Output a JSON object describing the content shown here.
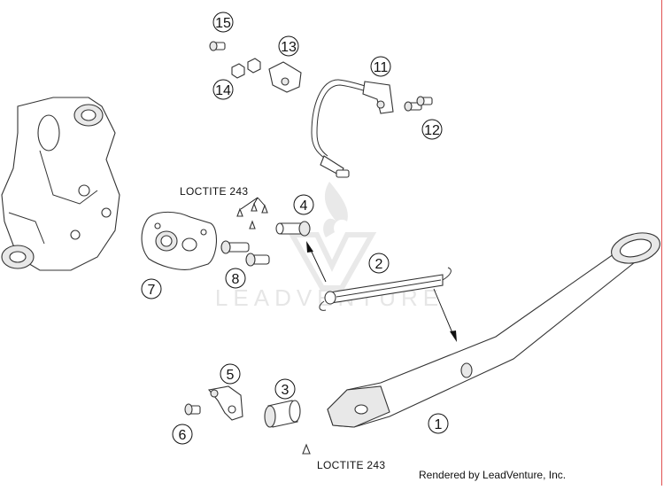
{
  "callouts": [
    {
      "id": "c1",
      "label": "1"
    },
    {
      "id": "c2",
      "label": "2"
    },
    {
      "id": "c3",
      "label": "3"
    },
    {
      "id": "c4",
      "label": "4"
    },
    {
      "id": "c5",
      "label": "5"
    },
    {
      "id": "c6",
      "label": "6"
    },
    {
      "id": "c7",
      "label": "7"
    },
    {
      "id": "c8",
      "label": "8"
    },
    {
      "id": "c11",
      "label": "11"
    },
    {
      "id": "c12",
      "label": "12"
    },
    {
      "id": "c13",
      "label": "13"
    },
    {
      "id": "c14",
      "label": "14"
    },
    {
      "id": "c15",
      "label": "15"
    }
  ],
  "annotations": {
    "loctite_top": "LOCTITE 243",
    "loctite_bottom": "LOCTITE 243"
  },
  "watermark": {
    "text": "LEADVENTURE"
  },
  "footer": {
    "credit": "Rendered by LeadVenture, Inc."
  }
}
